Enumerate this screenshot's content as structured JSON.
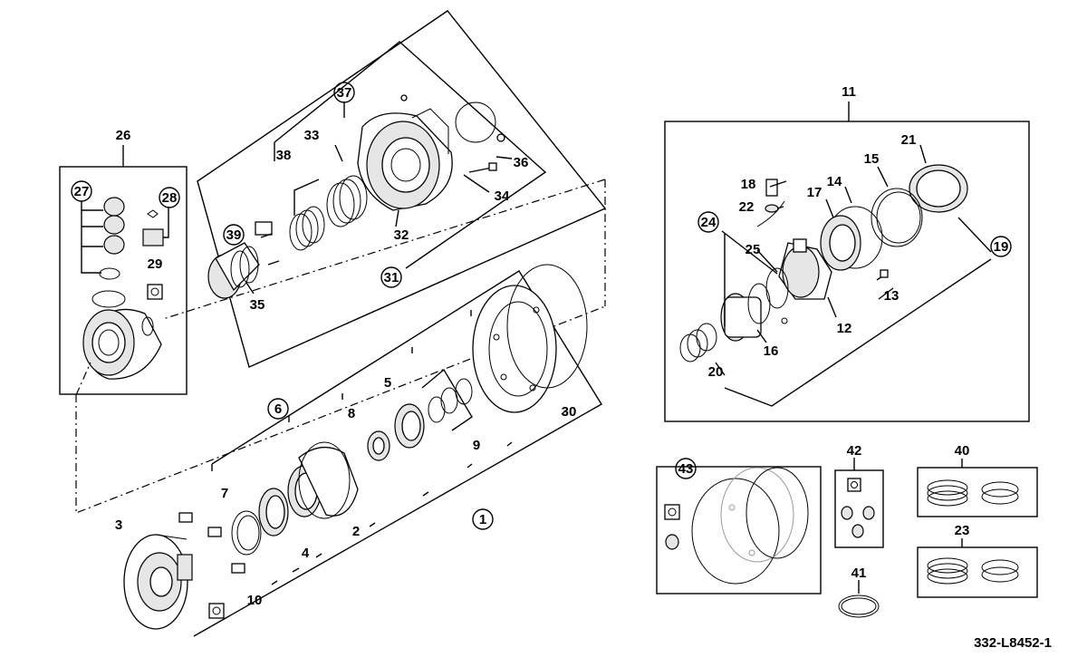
{
  "drawing_code": "332-L8452-1",
  "callouts": {
    "c1": "1",
    "c2": "2",
    "c3": "3",
    "c4": "4",
    "c5": "5",
    "c6": "6",
    "c7": "7",
    "c8": "8",
    "c9": "9",
    "c10": "10",
    "c11": "11",
    "c12": "12",
    "c13": "13",
    "c14": "14",
    "c15": "15",
    "c16": "16",
    "c17": "17",
    "c18": "18",
    "c19": "19",
    "c20": "20",
    "c21": "21",
    "c22": "22",
    "c23": "23",
    "c24": "24",
    "c25": "25",
    "c26": "26",
    "c27": "27",
    "c28": "28",
    "c29": "29",
    "c30": "30",
    "c31": "31",
    "c32": "32",
    "c33": "33",
    "c34": "34",
    "c35": "35",
    "c36": "36",
    "c37": "37",
    "c38": "38",
    "c39": "39",
    "c40": "40",
    "c41": "41",
    "c42": "42",
    "c43": "43"
  }
}
